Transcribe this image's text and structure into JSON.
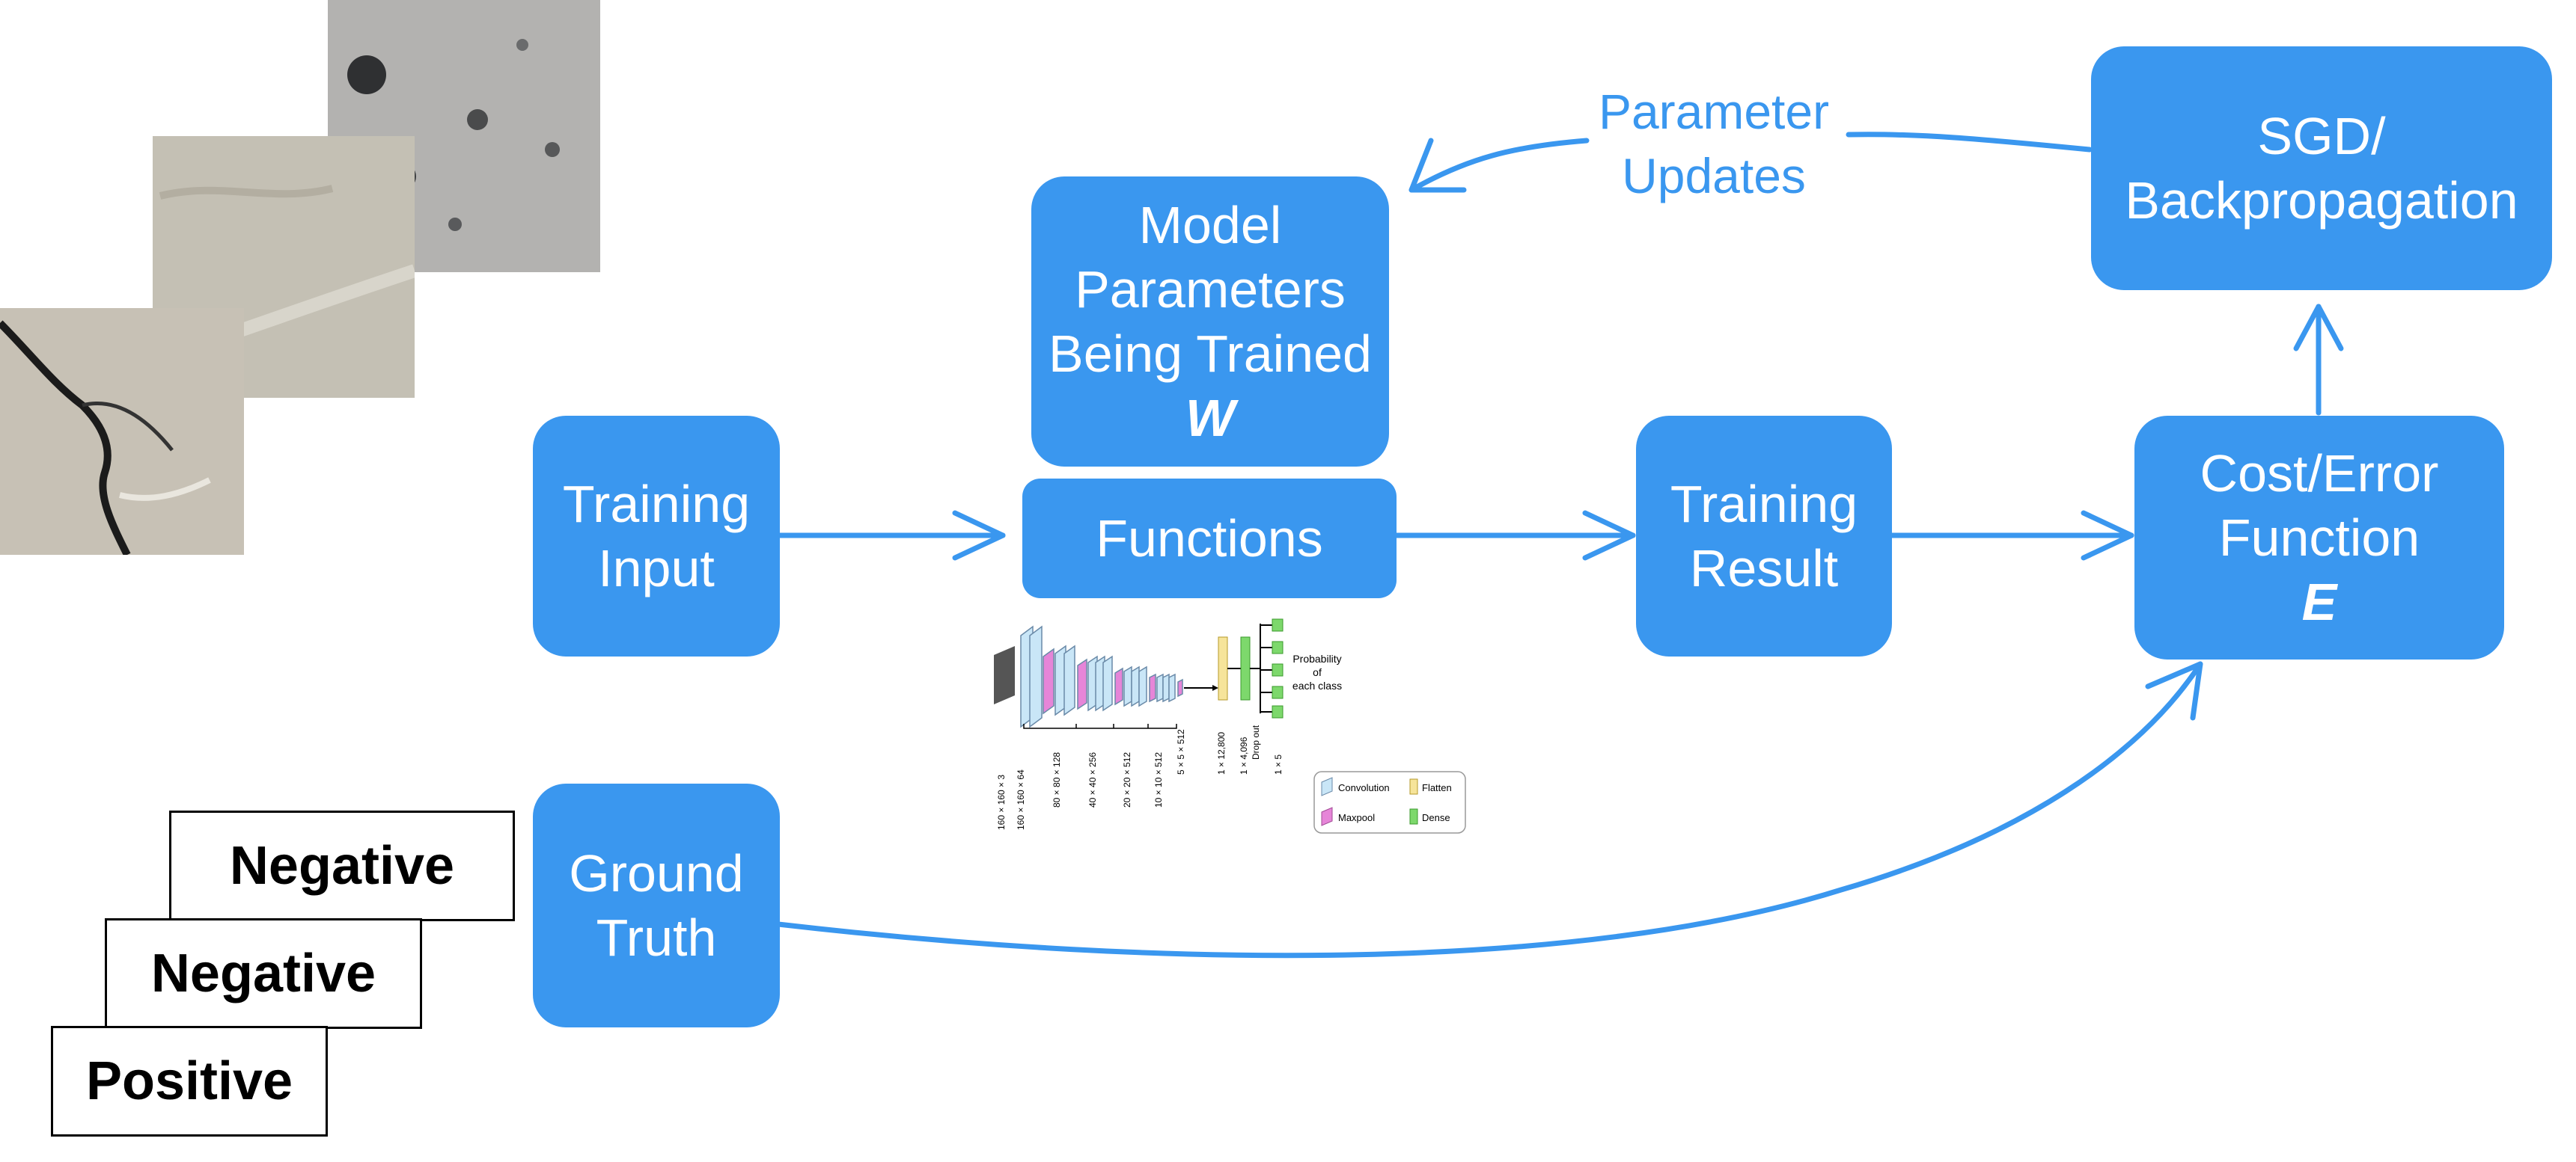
{
  "colors": {
    "accent": "#3a97ef",
    "box_text": "#ffffff",
    "card_border": "#000000"
  },
  "labels": {
    "model_params": [
      "Model",
      "Parameters",
      "Being Trained",
      "W"
    ],
    "functions": "Functions",
    "training_input": [
      "Training",
      "Input"
    ],
    "training_result": [
      "Training",
      "Result"
    ],
    "cost_function": [
      "Cost/Error",
      "Function",
      "E"
    ],
    "sgd": [
      "SGD/",
      "Backpropagation"
    ],
    "ground_truth": [
      "Ground",
      "Truth"
    ],
    "parameter_updates": [
      "Parameter",
      "Updates"
    ]
  },
  "ground_truth_cards": [
    "Negative",
    "Negative",
    "Positive"
  ],
  "cnn_figure": {
    "layer_dims": [
      "160 × 160 × 3",
      "160 × 160 × 64",
      "80 × 80 × 128",
      "40 × 40 × 256",
      "20 × 20 × 512",
      "10 × 10 × 512",
      "5 × 5 × 512"
    ],
    "vector_dims": [
      "1 × 12,800",
      "1 × 4,096",
      "Drop out",
      "1 × 5"
    ],
    "output_label": [
      "Probability",
      "of",
      "each class"
    ],
    "legend": [
      "Convolution",
      "Flatten",
      "Maxpool",
      "Dense"
    ]
  }
}
